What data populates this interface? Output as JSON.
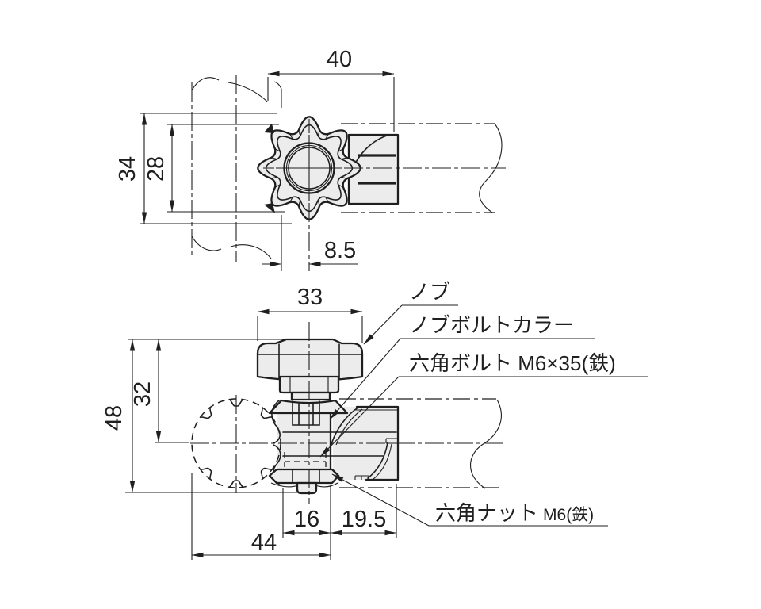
{
  "drawing": {
    "background": "#ffffff",
    "line_color": "#1f1f1f",
    "part_fill": "#ececec",
    "top_view": {
      "dim_width": "40",
      "dim_knob_od": "34",
      "dim_pipe_od": "28",
      "dim_offset": "8.5"
    },
    "bottom_view": {
      "dim_knob_width": "33",
      "dim_center_height": "32",
      "dim_total_height": "48",
      "dim_body_width": "16",
      "dim_end_length": "19.5",
      "dim_overall_width": "44"
    },
    "part_labels": {
      "knob": "ノブ",
      "knob_bolt_collar": "ノブボルトカラー",
      "hex_bolt": "六角ボルト M6×35(鉄)",
      "hex_nut_name": "六角ナット",
      "hex_nut_spec": "M6(鉄)"
    }
  }
}
